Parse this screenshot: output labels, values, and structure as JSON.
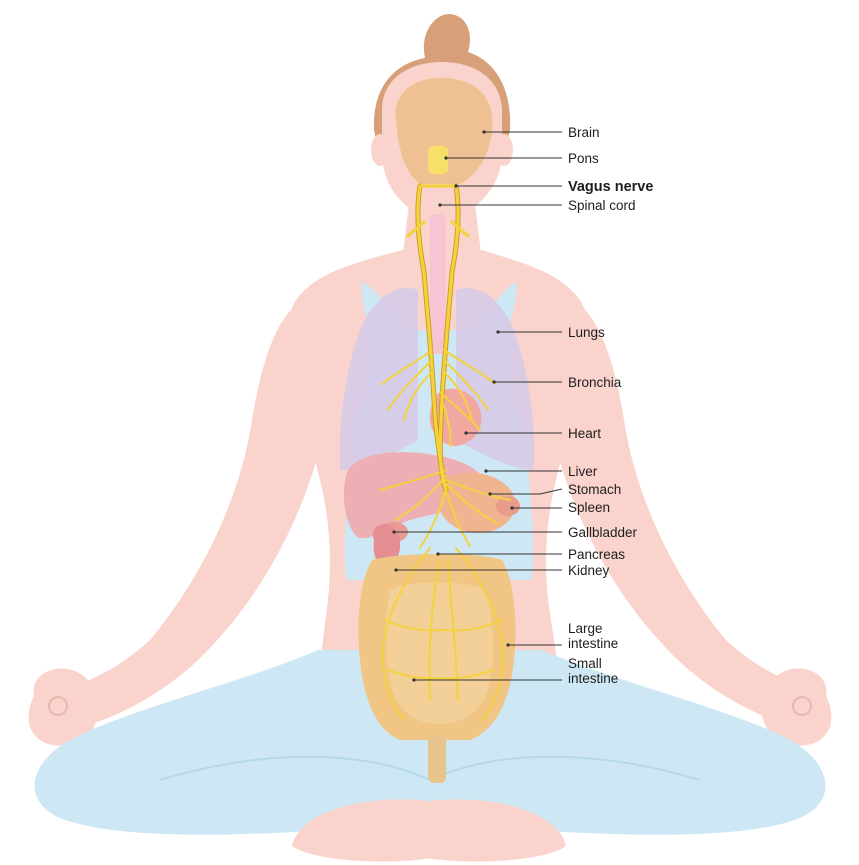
{
  "colors": {
    "skin": "#f9d3cc",
    "hair": "#d8a079",
    "brain": "#efc192",
    "clothing": "#cde8f4",
    "lungs": "#d7cbe6",
    "heart": "#f1a8a0",
    "liver": "#eeafb4",
    "intestine": "#f1c583",
    "nerve": "#f4d23e",
    "nerve_outline": "#c99b1b",
    "spine": "#f7c4d3"
  },
  "labels": {
    "brain": "Brain",
    "pons": "Pons",
    "vagus_nerve": "Vagus nerve",
    "spinal_cord": "Spinal cord",
    "lungs": "Lungs",
    "bronchia": "Bronchia",
    "heart": "Heart",
    "liver": "Liver",
    "stomach": "Stomach",
    "spleen": "Spleen",
    "gallbladder": "Gallbladder",
    "pancreas": "Pancreas",
    "kidney": "Kidney",
    "large_intestine": [
      "Large",
      "intestine"
    ],
    "small_intestine": [
      "Small",
      "intestine"
    ]
  }
}
